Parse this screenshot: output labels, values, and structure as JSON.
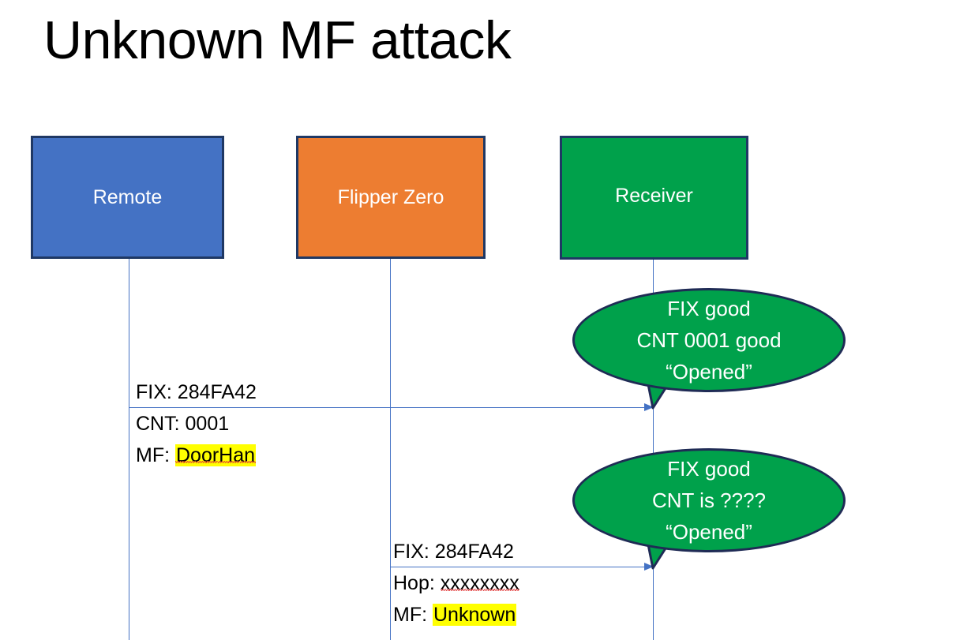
{
  "slide": {
    "title": "Unknown MF attack",
    "colors": {
      "remote_fill": "#4472C4",
      "flipper_fill": "#ED7D31",
      "receiver_fill": "#00A14B",
      "box_border": "#1F3864",
      "lifeline": "#4472C4",
      "arrow": "#4472C4",
      "bubble_fill": "#00A14B",
      "bubble_border": "#1F2B55",
      "highlight": "#FFFF00",
      "spellcheck_underline": "#E03030",
      "background": "#FFFFFF",
      "title_text": "#000000",
      "box_text": "#FFFFFF"
    }
  },
  "actors": [
    {
      "id": "remote",
      "label": "Remote"
    },
    {
      "id": "flipper",
      "label": "Flipper Zero"
    },
    {
      "id": "receiver",
      "label": "Receiver"
    }
  ],
  "messages": [
    {
      "id": "remote-to-receiver",
      "from": "remote",
      "to": "receiver",
      "lines": [
        {
          "label": "FIX:",
          "value": "284FA42",
          "highlight": false,
          "spellcheck_error": false
        },
        {
          "label": "CNT:",
          "value": "0001",
          "highlight": false,
          "spellcheck_error": false
        },
        {
          "label": "MF:",
          "value": "DoorHan",
          "highlight": true,
          "spellcheck_error": true
        }
      ]
    },
    {
      "id": "flipper-to-receiver",
      "from": "flipper",
      "to": "receiver",
      "lines": [
        {
          "label": "FIX:",
          "value": "284FA42",
          "highlight": false,
          "spellcheck_error": false
        },
        {
          "label": "Hop:",
          "value": "xxxxxxxx",
          "highlight": false,
          "spellcheck_error": true
        },
        {
          "label": "MF:",
          "value": "Unknown",
          "highlight": true,
          "spellcheck_error": false
        }
      ]
    }
  ],
  "bubbles": [
    {
      "id": "bubble-1",
      "owner": "receiver",
      "line1": "FIX good",
      "line2": "CNT 0001 good",
      "line3": "“Opened”"
    },
    {
      "id": "bubble-2",
      "owner": "receiver",
      "line1": "FIX good",
      "line2": "CNT is ????",
      "line3": "“Opened”"
    }
  ]
}
